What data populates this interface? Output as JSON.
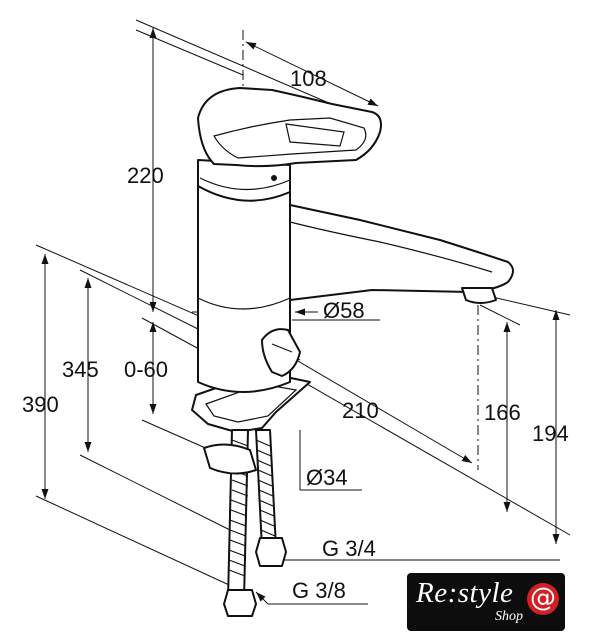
{
  "dimensions": {
    "width_108": "108",
    "height_220": "220",
    "dia_58": "Ø58",
    "reach_210": "210",
    "h_345": "345",
    "adj_0_60": "0-60",
    "h_390": "390",
    "h_166": "166",
    "h_194": "194",
    "dia_34": "Ø34",
    "thread_g34": "G 3/4",
    "thread_g38": "G 3/8"
  },
  "logo": {
    "text": "Re:style",
    "subtext": "Shop",
    "accent_color": "#d32027",
    "icon": "shopping-cart-icon"
  }
}
